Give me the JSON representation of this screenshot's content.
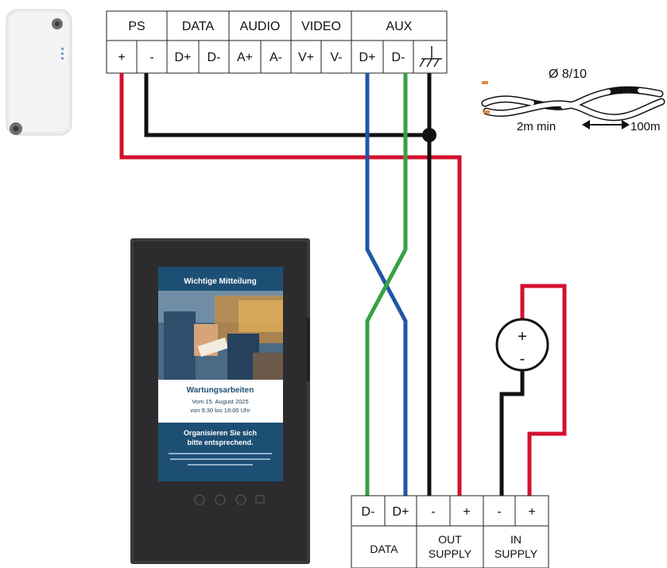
{
  "top_terminal": {
    "groups": [
      "PS",
      "DATA",
      "AUDIO",
      "VIDEO",
      "AUX"
    ],
    "pins": [
      "+",
      "-",
      "D+",
      "D-",
      "A+",
      "A-",
      "V+",
      "V-",
      "D+",
      "D-"
    ]
  },
  "bottom_terminal": {
    "pins": [
      "D-",
      "D+",
      "-",
      "+",
      "-",
      "+"
    ],
    "groups": [
      "DATA",
      "OUT\nSUPPLY",
      "IN\nSUPPLY"
    ]
  },
  "cable": {
    "gauge": "Ø 8/10",
    "min": "2m  min",
    "max": "100m"
  },
  "power_source": {
    "plus": "+",
    "minus": "-"
  },
  "display": {
    "title": "Wichtige Mitteilung",
    "headline": "Wartungsarbeiten",
    "date_line_1": "Vom 15. August 2025",
    "date_line_2": "von 9:30 bis 16:00 Uhr",
    "notice_1": "Organisieren Sie sich",
    "notice_2": "bitte entsprechend."
  },
  "colors": {
    "red": "#d5102e",
    "black": "#111111",
    "blue": "#1f56a8",
    "green": "#35a246",
    "screen_blue": "#1d4f74"
  }
}
